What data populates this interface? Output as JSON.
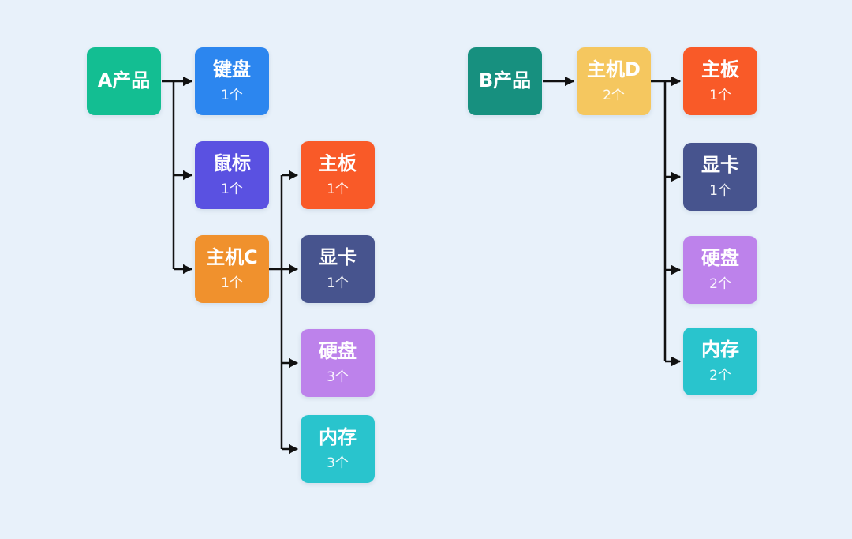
{
  "canvas": {
    "background_color": "#E8F1FA",
    "connector_color": "#111111"
  },
  "trees": [
    {
      "nodes": [
        {
          "id": "a-product",
          "label": "A产品",
          "color": "#13BE92"
        },
        {
          "id": "keyboard",
          "label": "键盘",
          "count": "1个",
          "color": "#2C86EF"
        },
        {
          "id": "mouse",
          "label": "鼠标",
          "count": "1个",
          "color": "#5A51E1"
        },
        {
          "id": "host-c",
          "label": "主机C",
          "count": "1个",
          "color": "#F0912D"
        },
        {
          "id": "mainboard",
          "label": "主板",
          "count": "1个",
          "color": "#F95A28"
        },
        {
          "id": "gpu",
          "label": "显卡",
          "count": "1个",
          "color": "#47548E"
        },
        {
          "id": "hard-disk",
          "label": "硬盘",
          "count": "3个",
          "color": "#BD82EB"
        },
        {
          "id": "memory",
          "label": "内存",
          "count": "3个",
          "color": "#29C4CD"
        }
      ],
      "edges": [
        {
          "from": "a-product",
          "to": "keyboard"
        },
        {
          "from": "a-product",
          "to": "mouse"
        },
        {
          "from": "a-product",
          "to": "host-c"
        },
        {
          "from": "host-c",
          "to": "mainboard"
        },
        {
          "from": "host-c",
          "to": "gpu"
        },
        {
          "from": "host-c",
          "to": "hard-disk"
        },
        {
          "from": "host-c",
          "to": "memory"
        }
      ]
    },
    {
      "nodes": [
        {
          "id": "b-product",
          "label": "B产品",
          "color": "#17907F"
        },
        {
          "id": "host-d",
          "label": "主机D",
          "count": "2个",
          "color": "#F5C75F"
        },
        {
          "id": "mainboard",
          "label": "主板",
          "count": "1个",
          "color": "#F95A28"
        },
        {
          "id": "gpu",
          "label": "显卡",
          "count": "1个",
          "color": "#47548E"
        },
        {
          "id": "hard-disk",
          "label": "硬盘",
          "count": "2个",
          "color": "#BD82EB"
        },
        {
          "id": "memory",
          "label": "内存",
          "count": "2个",
          "color": "#29C4CD"
        }
      ],
      "edges": [
        {
          "from": "b-product",
          "to": "host-d"
        },
        {
          "from": "host-d",
          "to": "mainboard"
        },
        {
          "from": "host-d",
          "to": "gpu"
        },
        {
          "from": "host-d",
          "to": "hard-disk"
        },
        {
          "from": "host-d",
          "to": "memory"
        }
      ]
    }
  ]
}
